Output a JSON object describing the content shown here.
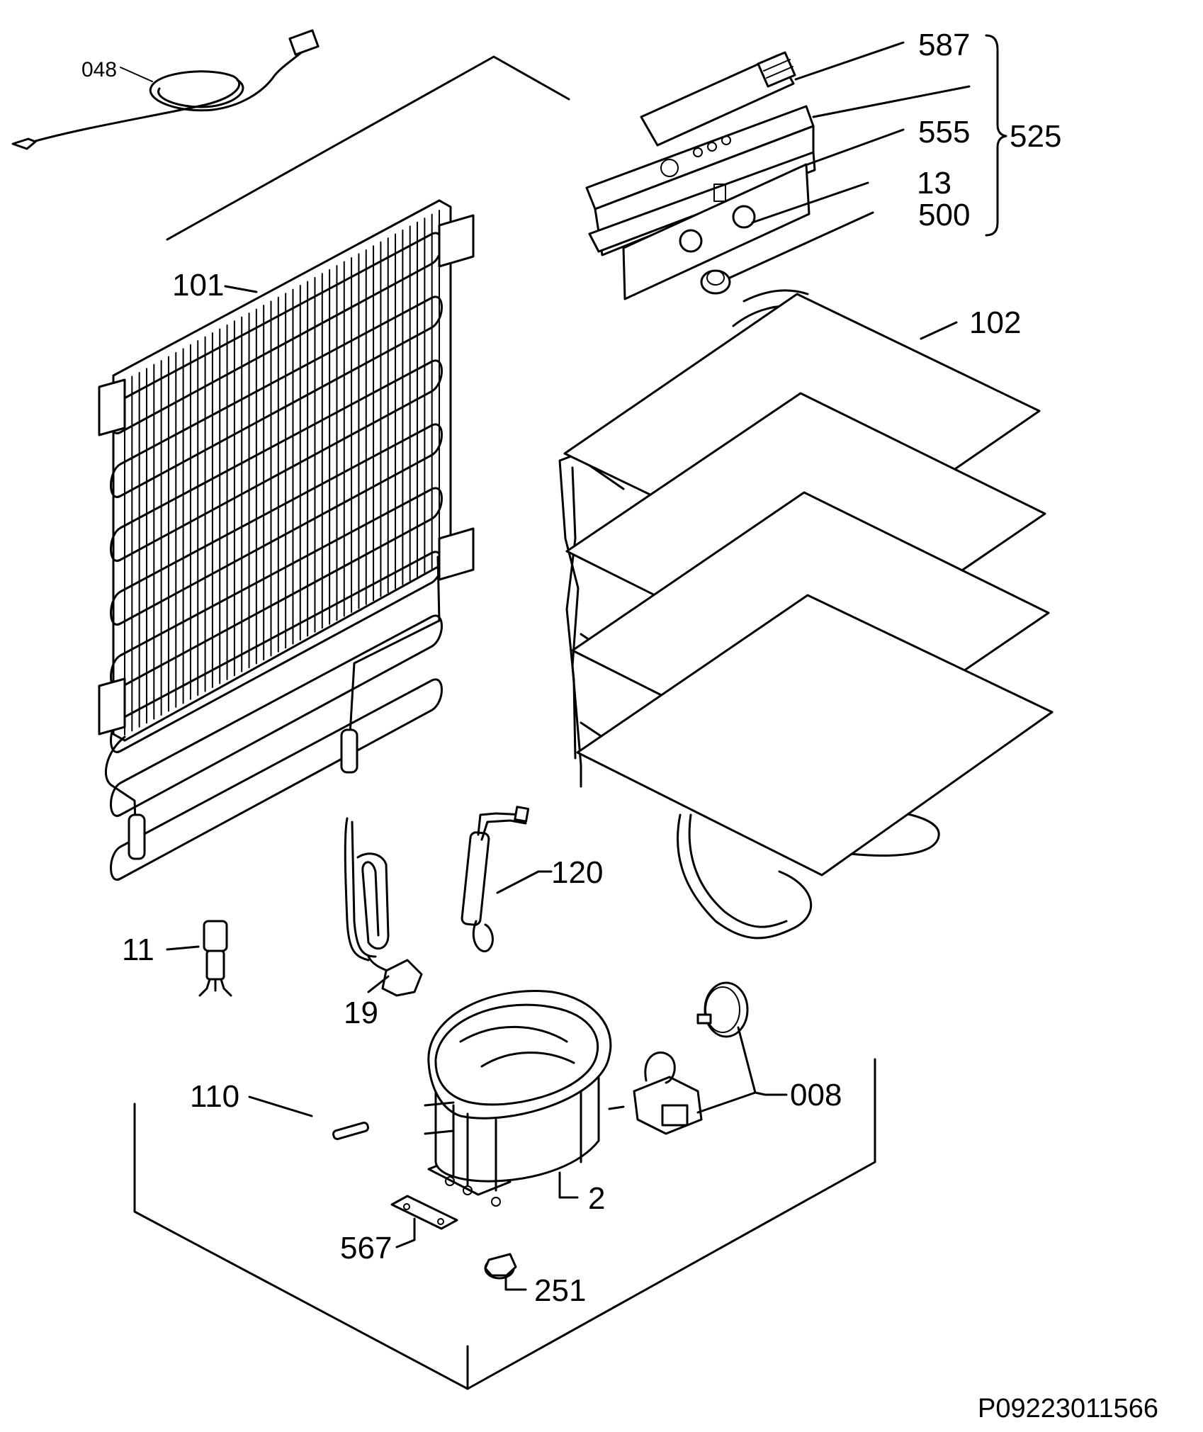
{
  "callouts": {
    "c048": "048",
    "c587": "587",
    "c555": "555",
    "c13": "13",
    "c500": "500",
    "c525": "525",
    "c101": "101",
    "c102": "102",
    "c120": "120",
    "c11": "11",
    "c19": "19",
    "c110": "110",
    "c008": "008",
    "c2": "2",
    "c567": "567",
    "c251": "251"
  },
  "reference_code": "P09223011566"
}
